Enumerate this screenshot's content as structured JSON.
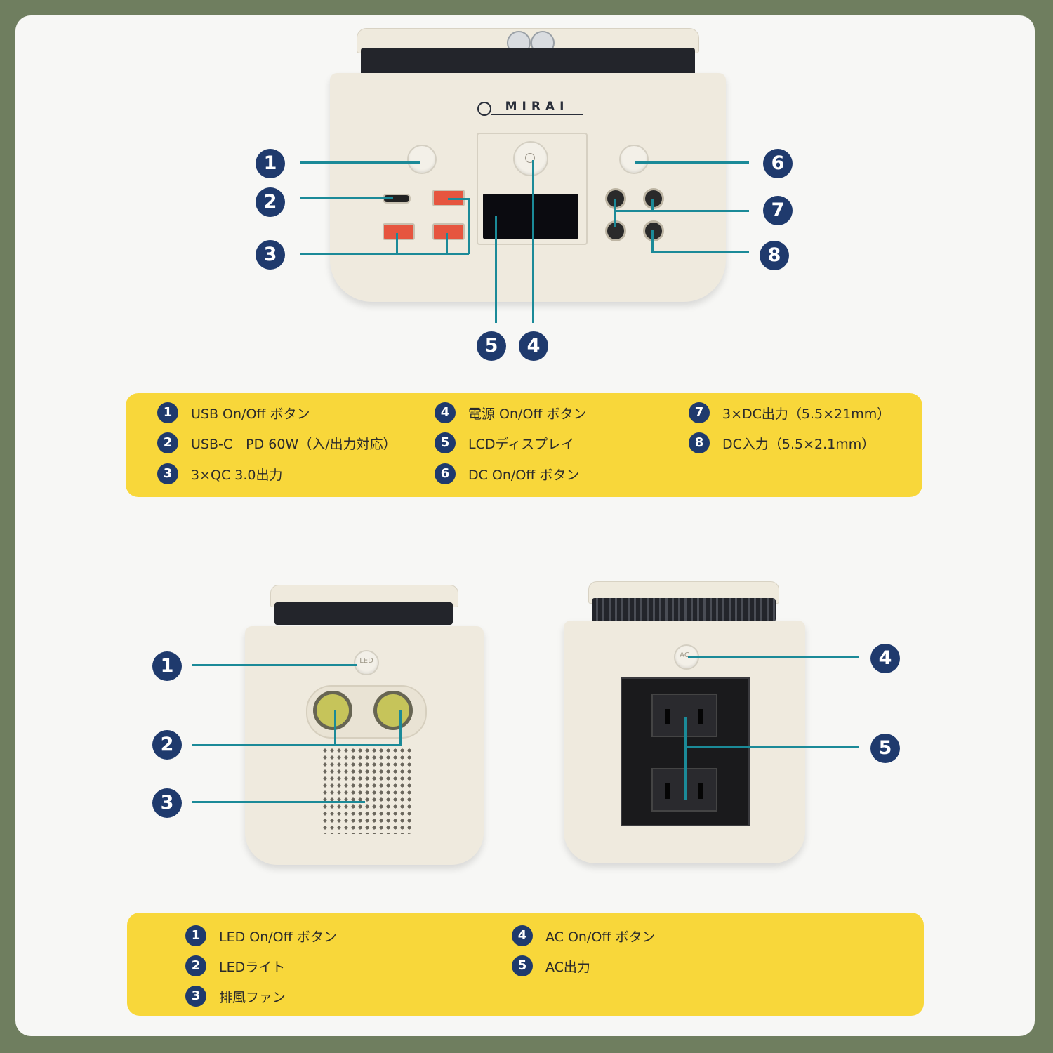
{
  "brand": "MIRAI",
  "colors": {
    "background": "#6f7e5f",
    "panel": "#f8d73a",
    "badge": "#1f3a6d",
    "leader": "#1b8a98"
  },
  "top_callouts": [
    "1",
    "2",
    "3",
    "4",
    "5",
    "6",
    "7",
    "8"
  ],
  "top_legend": {
    "items": [
      {
        "n": "1",
        "text": "USB On/Off ボタン"
      },
      {
        "n": "2",
        "text": "USB-C　PD 60W（入/出力対応）"
      },
      {
        "n": "3",
        "text": "3×QC 3.0出力"
      },
      {
        "n": "4",
        "text": "電源 On/Off ボタン"
      },
      {
        "n": "5",
        "text": "LCDディスプレイ"
      },
      {
        "n": "6",
        "text": "DC On/Off ボタン"
      },
      {
        "n": "7",
        "text": "3×DC出力（5.5×21mm）"
      },
      {
        "n": "8",
        "text": "DC入力（5.5×2.1mm）"
      }
    ]
  },
  "left_callouts": [
    "1",
    "2",
    "3"
  ],
  "right_callouts": [
    "4",
    "5"
  ],
  "side_labels": {
    "led_button": "LED",
    "ac_button": "AC"
  },
  "bottom_legend": {
    "items": [
      {
        "n": "1",
        "text": "LED On/Off ボタン"
      },
      {
        "n": "2",
        "text": "LEDライト"
      },
      {
        "n": "3",
        "text": "排風ファン"
      },
      {
        "n": "4",
        "text": "AC On/Off ボタン"
      },
      {
        "n": "5",
        "text": "AC出力"
      }
    ]
  }
}
